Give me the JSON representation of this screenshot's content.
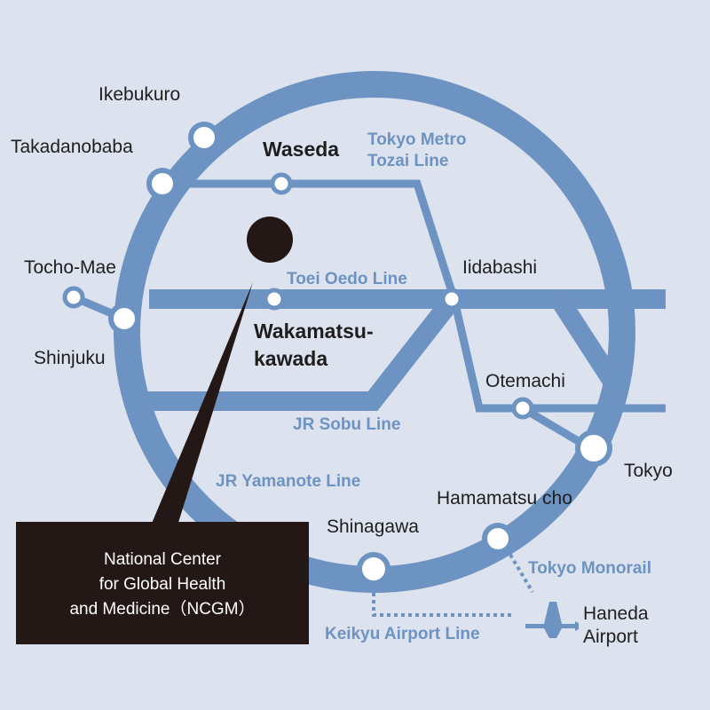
{
  "stations": {
    "ikebukuro": "Ikebukuro",
    "takadanobaba": "Takadanobaba",
    "waseda": "Waseda",
    "tocho_mae": "Tocho-Mae",
    "shinjuku": "Shinjuku",
    "wakamatsu_kawada_line1": "Wakamatsu-",
    "wakamatsu_kawada_line2": "kawada",
    "iidabashi": "Iidabashi",
    "otemachi": "Otemachi",
    "tokyo": "Tokyo",
    "hamamatsu_cho": "Hamamatsu cho",
    "shinagawa": "Shinagawa",
    "haneda_airport_line1": "Haneda",
    "haneda_airport_line2": "Airport"
  },
  "lines": {
    "tozai_line1": "Tokyo Metro",
    "tozai_line2": "Tozai Line",
    "oedo": "Toei Oedo Line",
    "sobu": "JR Sobu Line",
    "yamanote": "JR Yamanote Line",
    "monorail": "Tokyo Monorail",
    "keikyu": "Keikyu Airport Line"
  },
  "callout": {
    "line1": "National Center",
    "line2": "for Global Health",
    "line3": "and Medicine（NCGM）"
  },
  "icons": {
    "destination_marker": "black-dot-icon",
    "airport": "airplane-icon"
  },
  "colors": {
    "background": "#dde2ef",
    "line": "#6d93c2",
    "callout_bg": "#231815",
    "text": "#1e1e1e"
  }
}
